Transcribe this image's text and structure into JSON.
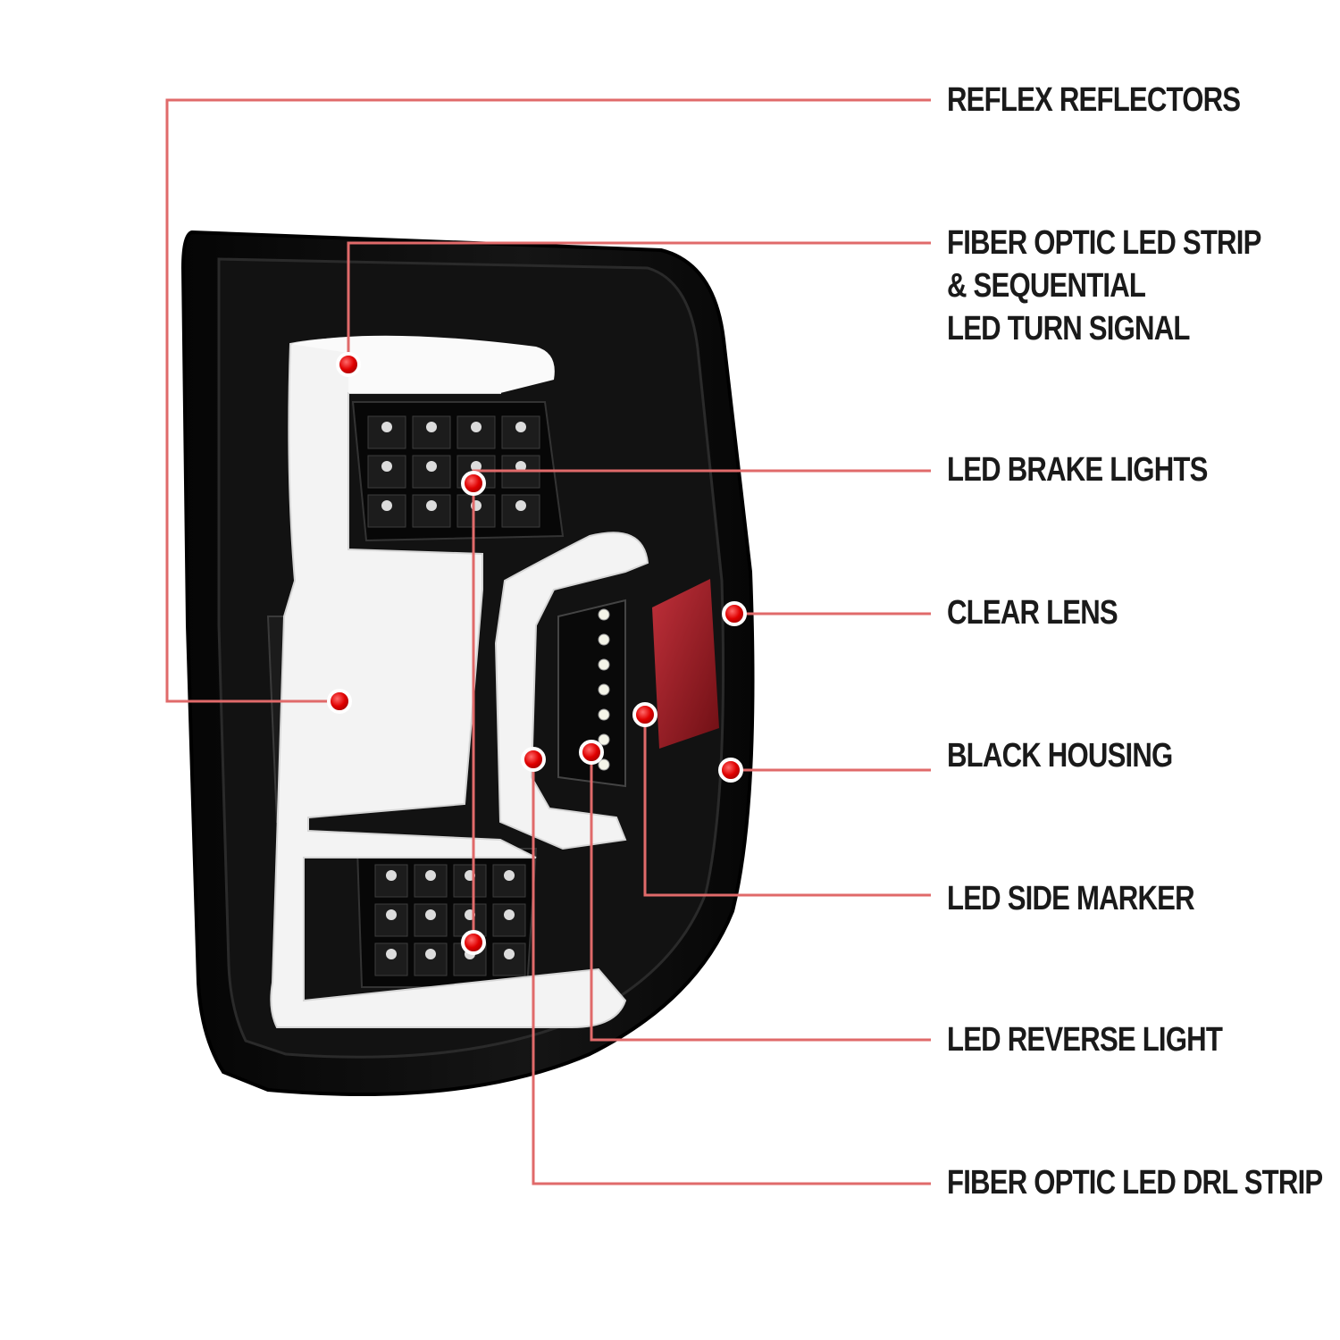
{
  "colors": {
    "leader_line": "#e06a6a",
    "dot": "#e00000",
    "housing": "#0b0b0b",
    "drl_strip": "#f3f3f3",
    "reflector": "#9c1a20",
    "label_text": "#1a1a1a"
  },
  "callouts": [
    {
      "id": "reflex-reflectors",
      "lines": [
        "REFLEX REFLECTORS"
      ]
    },
    {
      "id": "fiber-optic-led-strip",
      "lines": [
        "FIBER OPTIC LED STRIP",
        "& SEQUENTIAL",
        "LED TURN SIGNAL"
      ]
    },
    {
      "id": "led-brake-lights",
      "lines": [
        "LED BRAKE LIGHTS"
      ]
    },
    {
      "id": "clear-lens",
      "lines": [
        "CLEAR LENS"
      ]
    },
    {
      "id": "black-housing",
      "lines": [
        "BLACK HOUSING"
      ]
    },
    {
      "id": "led-side-marker",
      "lines": [
        "LED SIDE MARKER"
      ]
    },
    {
      "id": "led-reverse-light",
      "lines": [
        "LED REVERSE LIGHT"
      ]
    },
    {
      "id": "fiber-optic-led-drl-strip",
      "lines": [
        "FIBER OPTIC LED DRL STRIP"
      ]
    }
  ]
}
